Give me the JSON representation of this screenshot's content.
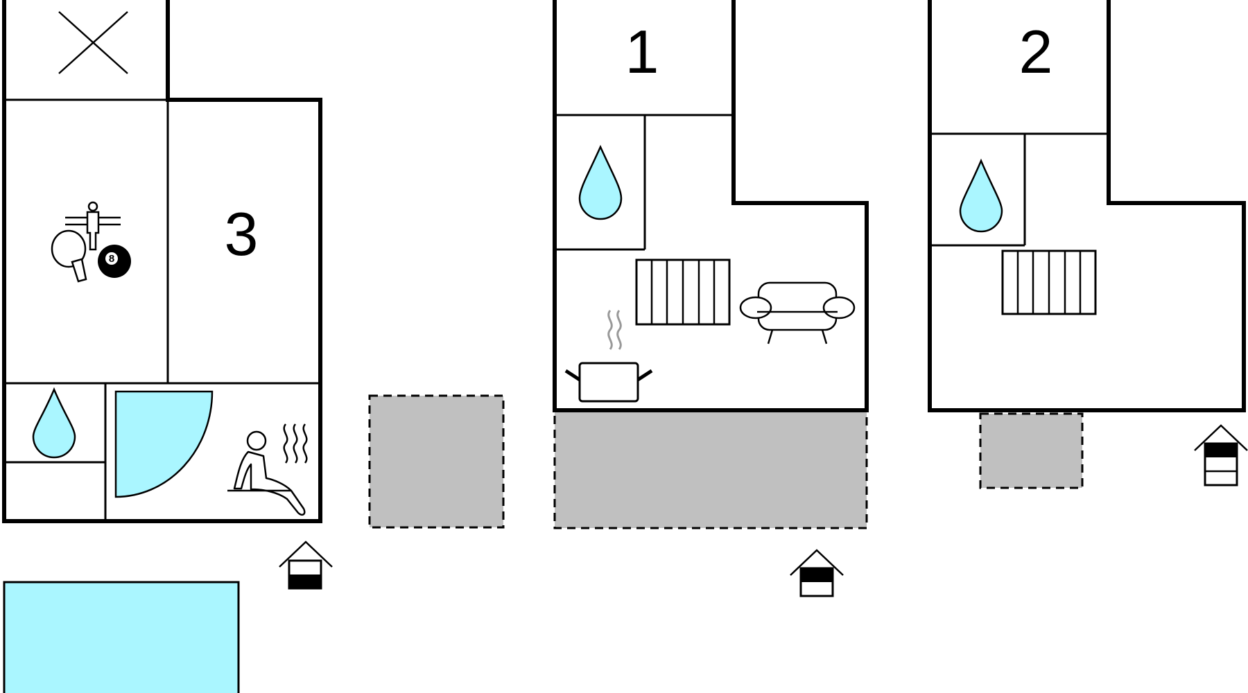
{
  "floor_plan": {
    "rooms": [
      {
        "id": "bedroom-1",
        "number": "1"
      },
      {
        "id": "bedroom-2",
        "number": "2"
      },
      {
        "id": "bedroom-3",
        "number": "3"
      }
    ],
    "icons": [
      "excluded-area-icon",
      "table-tennis-icon",
      "foosball-icon",
      "billiard-ball-icon",
      "water-drop-icon",
      "shower-icon",
      "sauna-icon",
      "radiator-icon",
      "cooking-pot-icon",
      "sofa-icon",
      "entrance-icon",
      "terrace",
      "pool"
    ],
    "billiard_ball_label": "8",
    "colors": {
      "wall": "#000000",
      "water": "#aaf6ff",
      "pool": "#aaf6ff",
      "terrace": "#c0c0c0",
      "steam": "#999999"
    }
  }
}
